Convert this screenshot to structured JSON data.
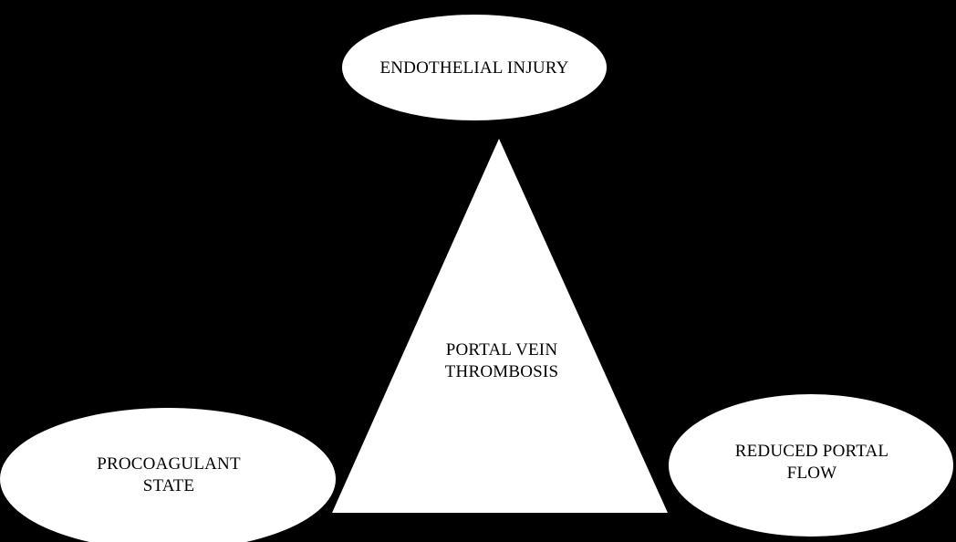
{
  "diagram": {
    "background_color": "#000000",
    "shape_fill": "#ffffff",
    "text_color": "#000000",
    "top_node": {
      "label": "ENDOTHELIAL INJURY",
      "shape": "ellipse"
    },
    "center_node": {
      "label": "PORTAL VEIN\nTHROMBOSIS",
      "shape": "triangle"
    },
    "left_node": {
      "label": "PROCOAGULANT\nSTATE",
      "shape": "ellipse"
    },
    "right_node": {
      "label": "REDUCED PORTAL\nFLOW",
      "shape": "ellipse"
    }
  }
}
